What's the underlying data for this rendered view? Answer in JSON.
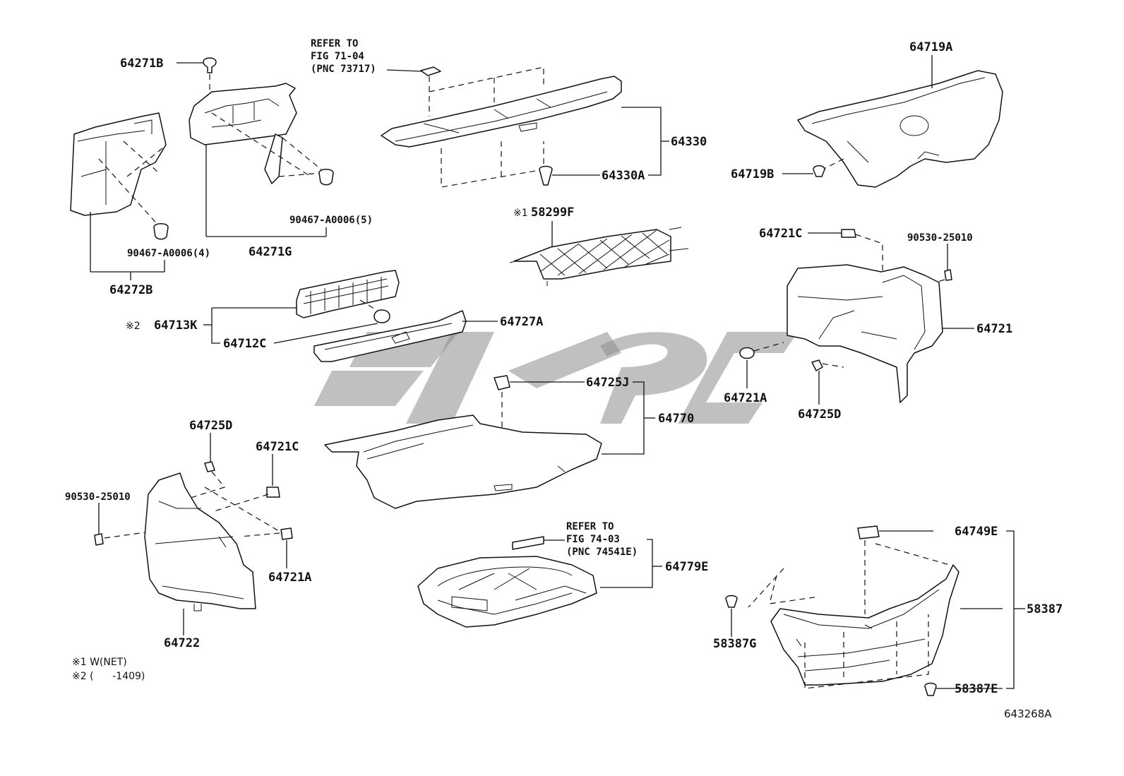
{
  "labels": {
    "p64271B": "64271B",
    "p64271G": "64271G",
    "p64272B": "64272B",
    "p90467_4": "90467-A0006(4)",
    "p90467_5": "90467-A0006(5)",
    "ref1_l1": "REFER TO",
    "ref1_l2": "FIG 71-04",
    "ref1_l3": "(PNC 73717)",
    "p64330": "64330",
    "p64330A": "64330A",
    "p64719A": "64719A",
    "p64719B": "64719B",
    "p58299F": "58299F",
    "p58299F_mark": "※1",
    "p64721C_top": "64721C",
    "p90530_top": "90530-25010",
    "p64721": "64721",
    "p64721A_right": "64721A",
    "p64725D_right": "64725D",
    "p64713K": "64713K",
    "p64713K_mark": "※2",
    "p64712C": "64712C",
    "p64727A": "64727A",
    "p64725J": "64725J",
    "p64770": "64770",
    "p64725D_left": "64725D",
    "p64721C_left": "64721C",
    "p90530_left": "90530-25010",
    "p64721A_left": "64721A",
    "p64722": "64722",
    "ref2_l1": "REFER TO",
    "ref2_l2": "FIG 74-03",
    "ref2_l3": "(PNC 74541E)",
    "p64779E": "64779E",
    "p64749E": "64749E",
    "p58387": "58387",
    "p58387G": "58387G",
    "p58387E": "58387E",
    "footnote1": "※1  W(NET)",
    "footnote2": "※2 (      -1409)",
    "figure_code": "643268A"
  },
  "colors": {
    "ink": "#111111",
    "watermark": "#8c8c8c",
    "background": "#ffffff"
  }
}
